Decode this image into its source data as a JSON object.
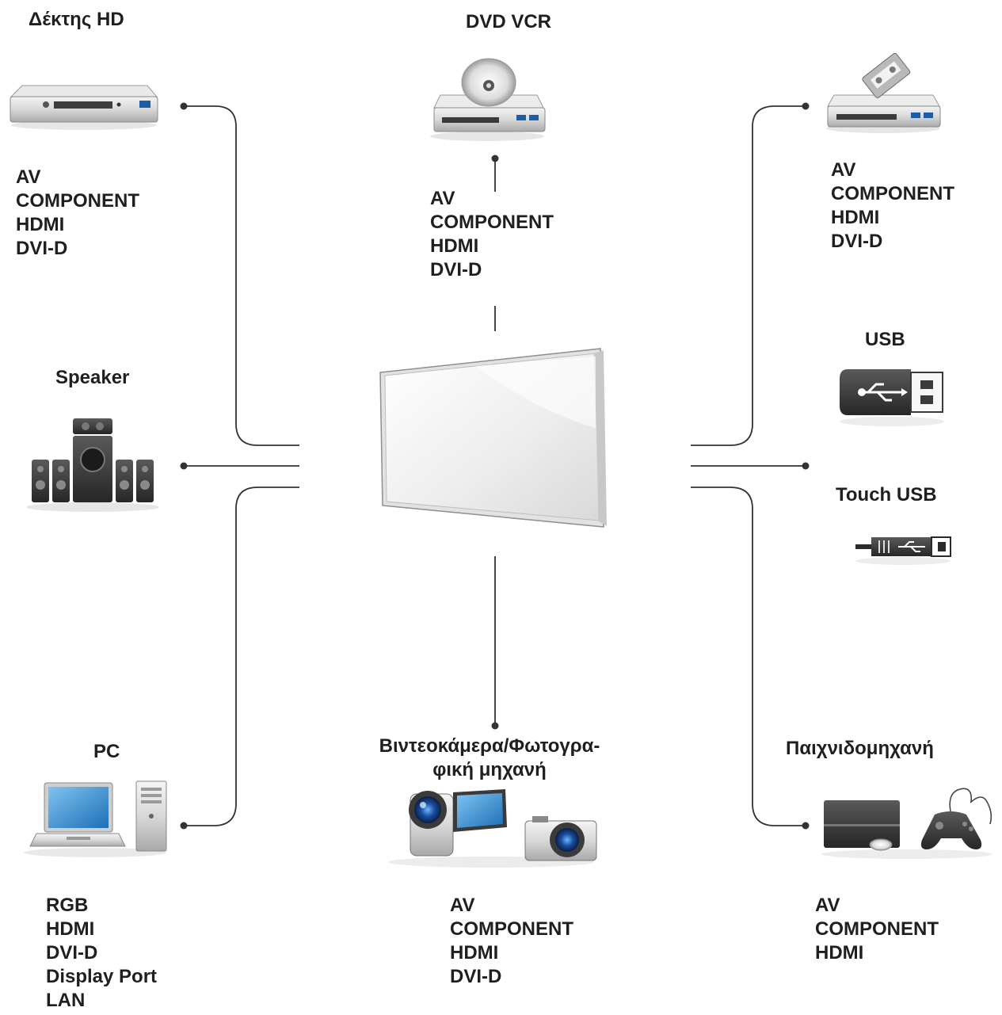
{
  "devices": {
    "hd_receiver": {
      "title": "Δέκτης HD",
      "ports": [
        "AV",
        "COMPONENT",
        "HDMI",
        "DVI-D"
      ]
    },
    "dvd": {
      "title": "DVD VCR",
      "ports": [
        "AV",
        "COMPONENT",
        "HDMI",
        "DVI-D"
      ]
    },
    "vcr": {
      "ports": [
        "AV",
        "COMPONENT",
        "HDMI",
        "DVI-D"
      ]
    },
    "usb": {
      "title": "USB"
    },
    "speaker": {
      "title": "Speaker"
    },
    "touch_usb": {
      "title": "Touch USB"
    },
    "pc": {
      "title": "PC",
      "ports": [
        "RGB",
        "HDMI",
        "DVI-D",
        "Display Port",
        "LAN"
      ]
    },
    "camera": {
      "title_line1": "Βιντεοκάμερα/Φωτογρα-",
      "title_line2": "φική μηχανή",
      "ports": [
        "AV",
        "COMPONENT",
        "HDMI",
        "DVI-D"
      ]
    },
    "console": {
      "title": "Παιχνιδομηχανή",
      "ports": [
        "AV",
        "COMPONENT",
        "HDMI"
      ]
    }
  },
  "icons": {
    "hd_receiver": "set-top-box-icon",
    "dvd": "dvd-player-icon",
    "vcr": "vcr-icon",
    "usb": "usb-drive-icon",
    "speaker": "speaker-system-icon",
    "touch_usb": "touch-usb-cable-icon",
    "pc": "pc-laptop-tower-icon",
    "camera": "camcorder-camera-icon",
    "console": "game-console-icon",
    "display": "monitor-display-icon"
  },
  "colors": {
    "line": "#333333",
    "text": "#1f1f1f"
  }
}
